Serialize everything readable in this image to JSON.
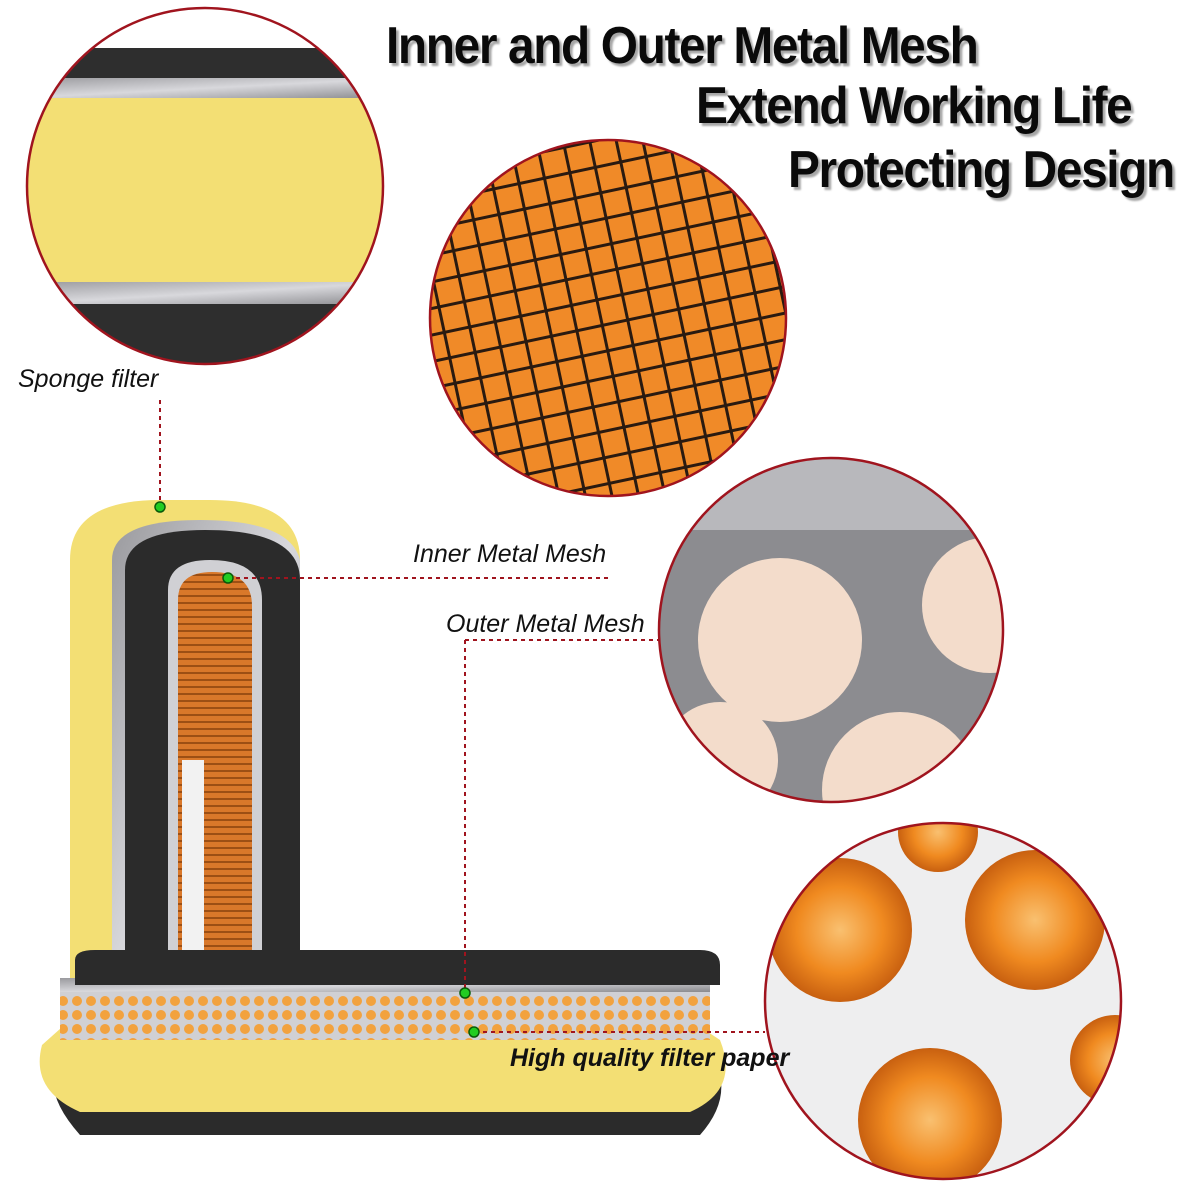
{
  "headline": {
    "line1": "Inner and Outer Metal Mesh",
    "line2": "Extend Working Life",
    "line3": "Protecting Design"
  },
  "callouts": {
    "sponge": "Sponge filter",
    "inner_mesh": "Inner Metal Mesh",
    "outer_mesh": "Outer Metal Mesh",
    "paper": "High quality filter paper"
  },
  "colors": {
    "leader_line": "#a0141e",
    "marker_dot": "#22cc22",
    "sponge": "#f4e07a",
    "filter_paper": "#e8862a",
    "gasket": "#2b2b2b",
    "metal": "#c9c9cc"
  }
}
